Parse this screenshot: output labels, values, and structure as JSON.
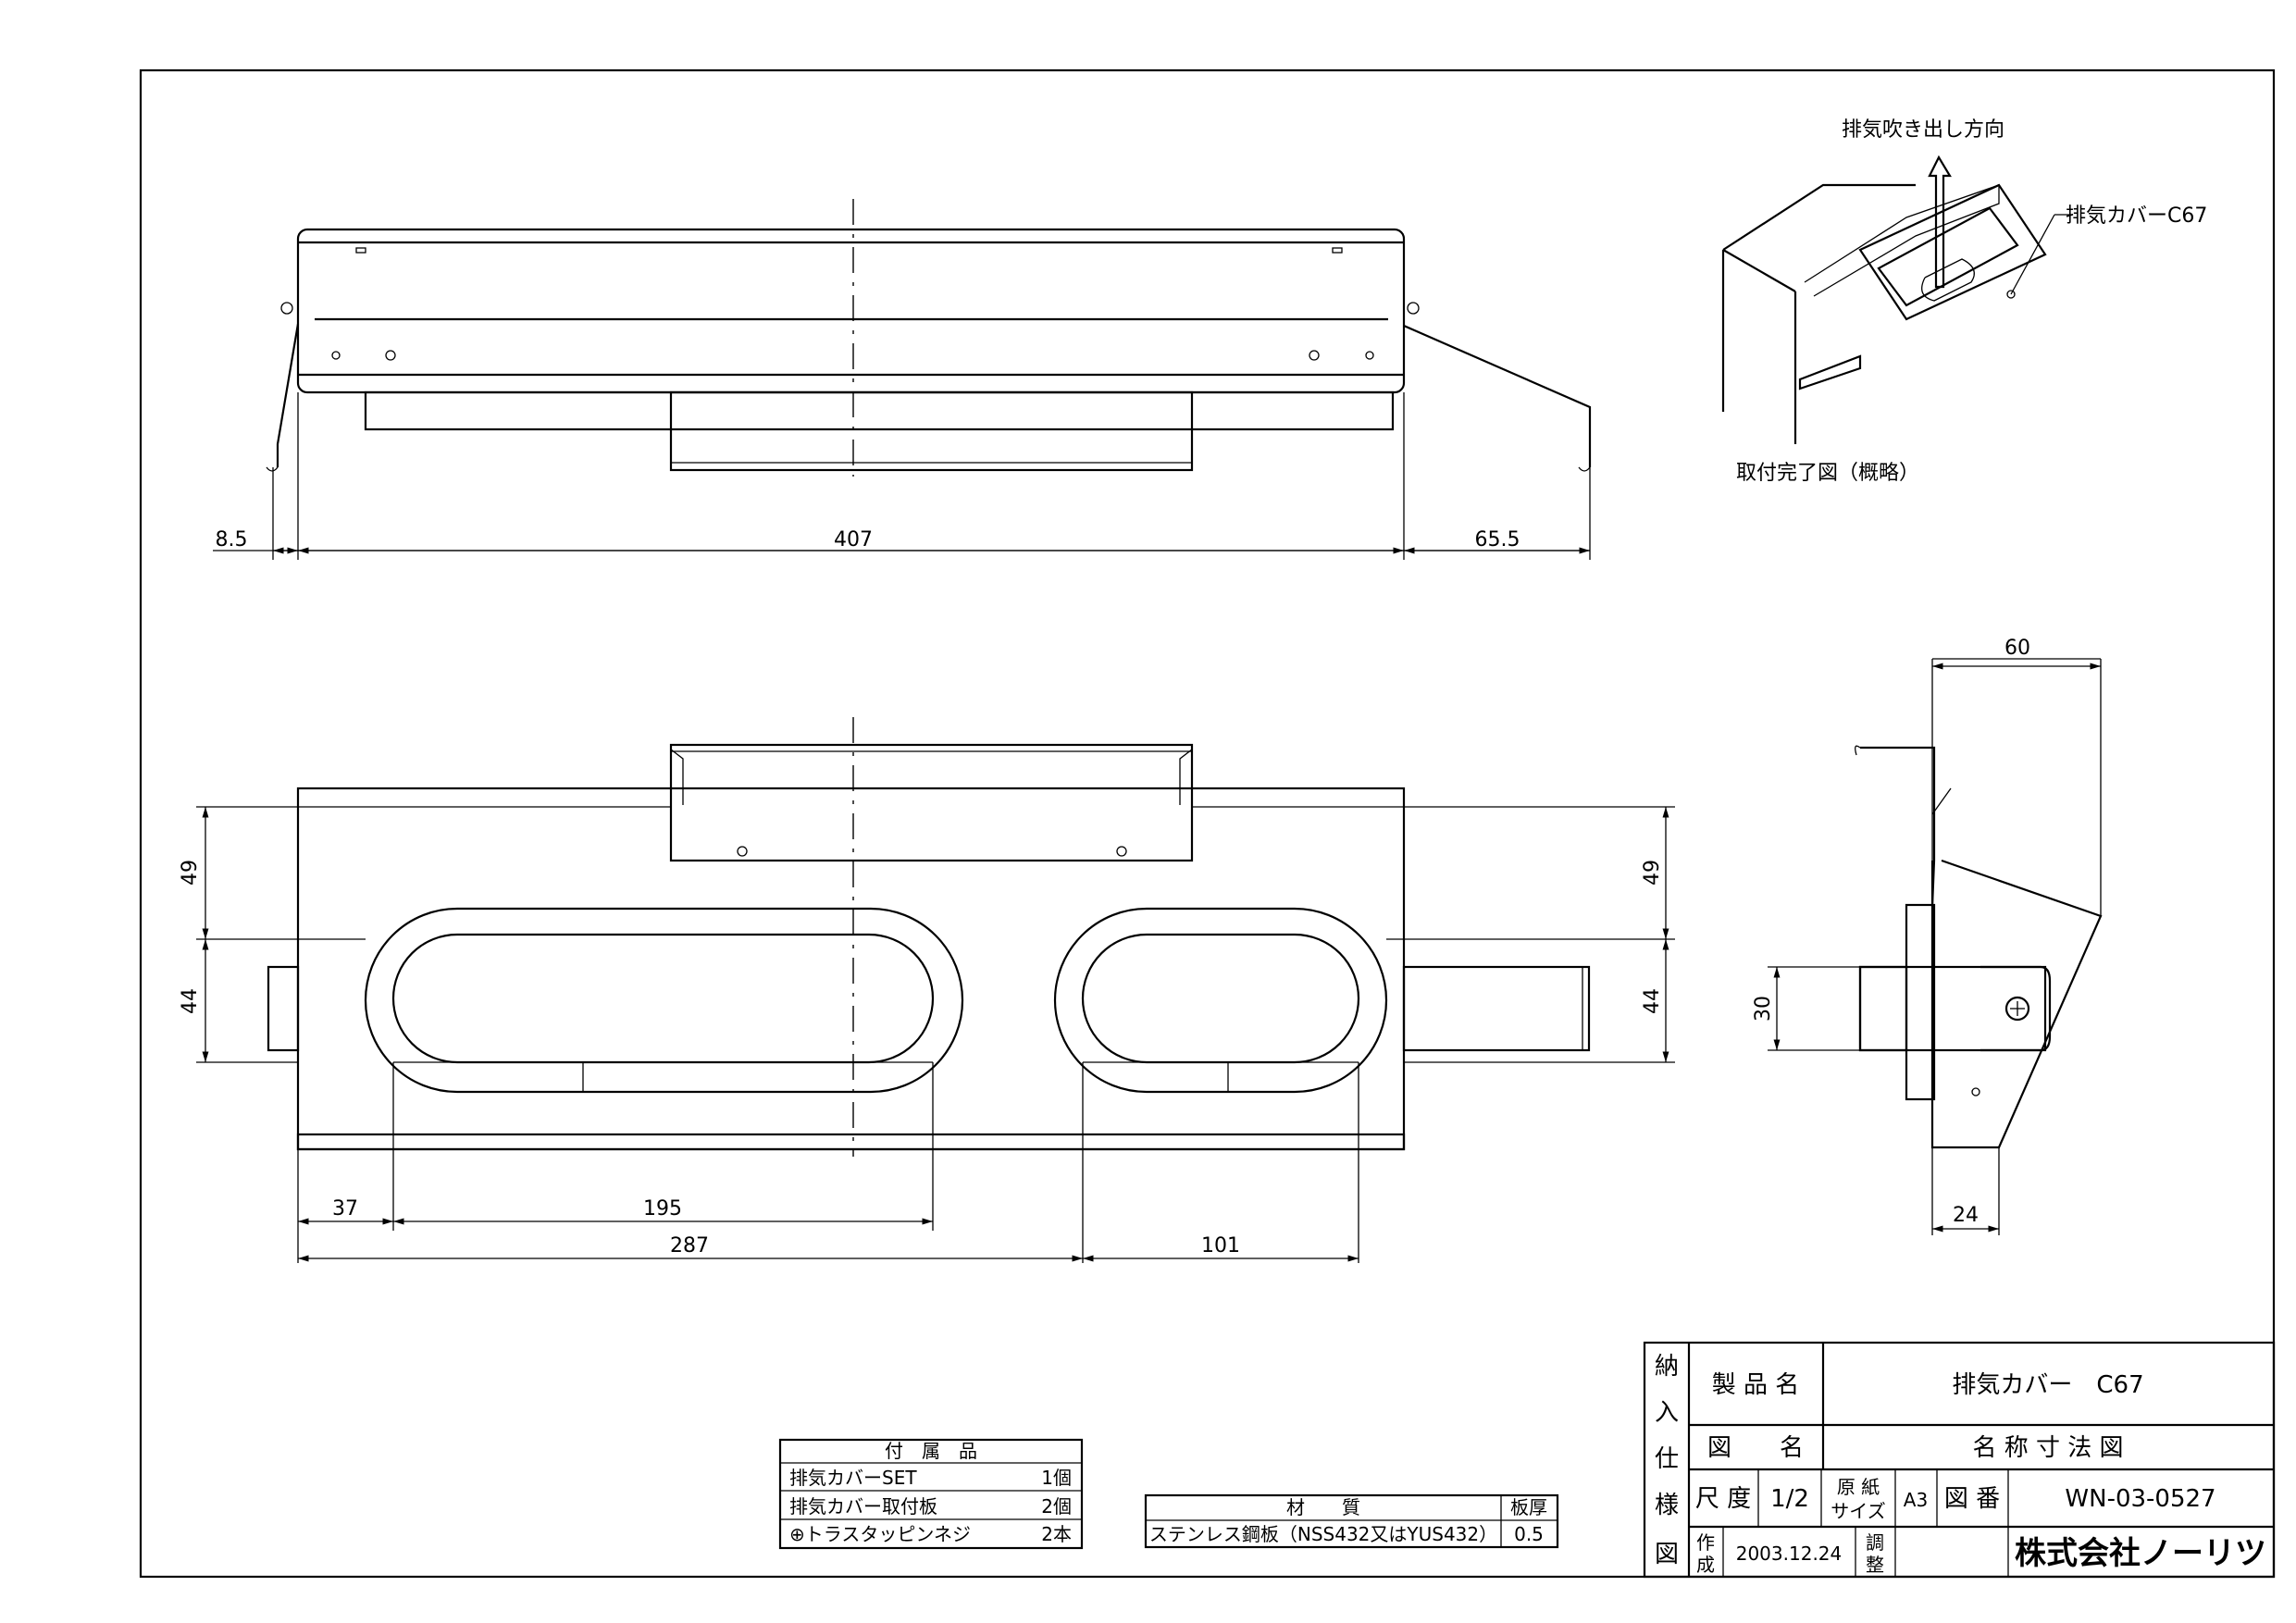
{
  "top_view": {
    "dims": {
      "left": "8.5",
      "width": "407",
      "right": "65.5"
    }
  },
  "front_view": {
    "dims": {
      "upper_left": "49",
      "lower_left": "44",
      "upper_right": "49",
      "lower_right": "44",
      "bottom_37": "37",
      "bottom_195": "195",
      "bottom_287": "287",
      "bottom_101": "101"
    }
  },
  "side_view": {
    "dims": {
      "top": "60",
      "height": "30",
      "bottom": "24"
    }
  },
  "iso_view": {
    "direction_label": "排気吹き出し方向",
    "part_label": "排気カバーC67",
    "caption": "取付完了図（概略）"
  },
  "accessories": {
    "header": "付　属　品",
    "rows": [
      {
        "name": "排気カバーSET",
        "qty": "1個"
      },
      {
        "name": "排気カバー取付板",
        "qty": "2個"
      },
      {
        "name": "⊕トラスタッピンネジ",
        "qty": "2本"
      }
    ]
  },
  "material": {
    "header_material": "材　　質",
    "header_thickness": "板厚",
    "material": "ステンレス鋼板（NSS432又はYUS432）",
    "thickness": "0.5"
  },
  "title_block": {
    "vertical_label": [
      "納",
      "入",
      "仕",
      "様",
      "図"
    ],
    "product_name_label": "製 品 名",
    "product_name": "排気カバー　C67",
    "drawing_name_label": "図　　名",
    "drawing_name": "名 称 寸 法 図",
    "scale_label": "尺 度",
    "scale": "1/2",
    "paper_label_1": "原 紙",
    "paper_label_2": "サイズ",
    "paper_size": "A3",
    "drawing_no_label": "図 番",
    "drawing_no": "WN-03-0527",
    "created_label_1": "作",
    "created_label_2": "成",
    "created_date": "2003.12.24",
    "adjust_label_1": "調",
    "adjust_label_2": "整",
    "company": "株式会社ノーリツ"
  }
}
